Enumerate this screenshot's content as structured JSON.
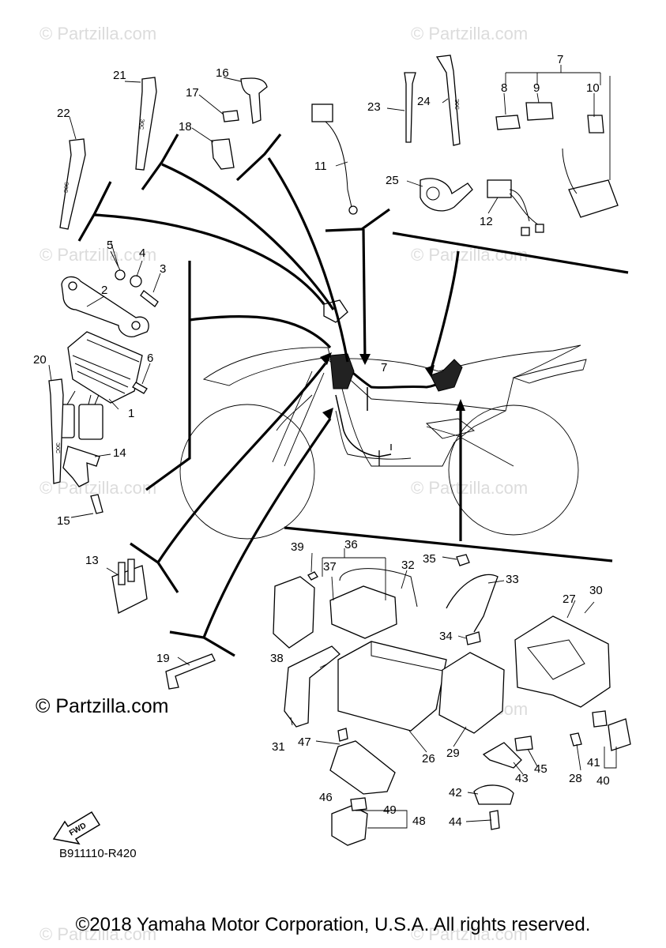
{
  "watermarks": [
    "© Partzilla.com",
    "© Partzilla.com",
    "© Partzilla.com",
    "© Partzilla.com",
    "© Partzilla.com",
    "© Partzilla.com",
    "© Partzilla.com",
    "© Partzilla.com",
    "© Partzilla.com"
  ],
  "callouts": [
    "1",
    "2",
    "3",
    "4",
    "5",
    "6",
    "7",
    "8",
    "9",
    "10",
    "11",
    "12",
    "13",
    "14",
    "15",
    "16",
    "17",
    "18",
    "19",
    "20",
    "21",
    "22",
    "23",
    "24",
    "25",
    "26",
    "27",
    "28",
    "29",
    "30",
    "31",
    "32",
    "33",
    "34",
    "35",
    "36",
    "37",
    "38",
    "39",
    "40",
    "41",
    "42",
    "43",
    "44",
    "45",
    "46",
    "47",
    "48",
    "49"
  ],
  "frame_label": "7",
  "tie_text": "Э0С",
  "fwd_label": "FWD",
  "logo_text": "© Partzilla.com",
  "diagram_code": "B911110-R420",
  "copyright": "©2018 Yamaha Motor Corporation, U.S.A. All rights reserved."
}
